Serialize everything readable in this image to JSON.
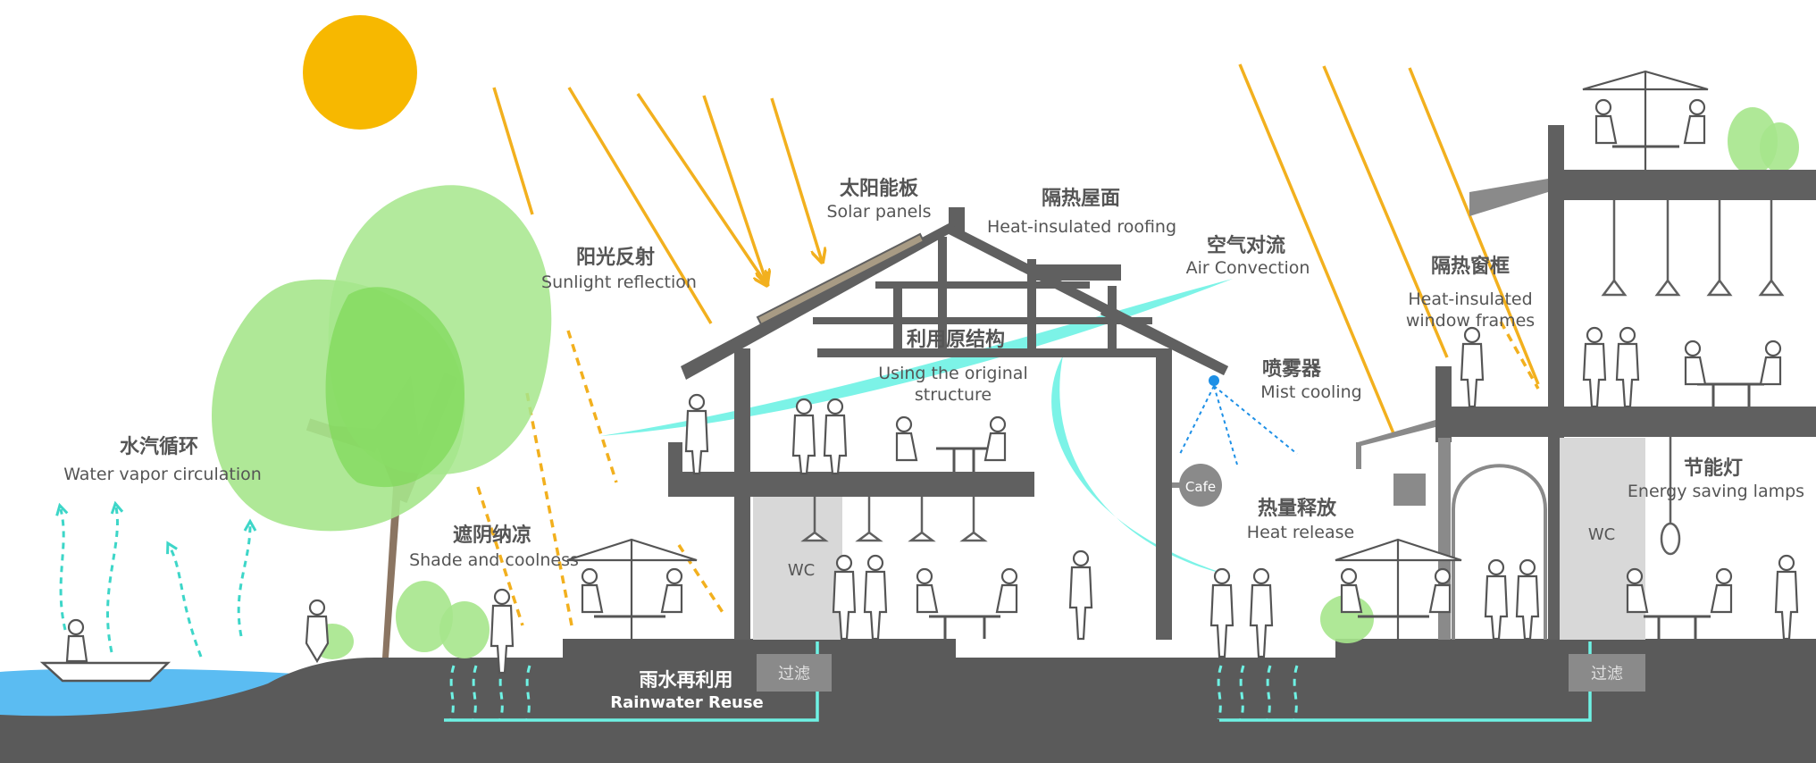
{
  "labels": {
    "water_vapor": {
      "zh": "水汽循环",
      "en": "Water vapor circulation"
    },
    "shade": {
      "zh": "遮阴纳凉",
      "en": "Shade and coolness"
    },
    "sunlight": {
      "zh": "阳光反射",
      "en": "Sunlight reflection"
    },
    "solar": {
      "zh": "太阳能板",
      "en": "Solar panels"
    },
    "roofing": {
      "zh": "隔热屋面",
      "en": "Heat-insulated roofing"
    },
    "structure": {
      "zh": "利用原结构",
      "en1": "Using the original",
      "en2": "structure"
    },
    "convection": {
      "zh": "空气对流",
      "en": "Air Convection"
    },
    "mist": {
      "zh": "喷雾器",
      "en": "Mist cooling"
    },
    "heat_release": {
      "zh": "热量释放",
      "en": "Heat release"
    },
    "window": {
      "zh": "隔热窗框",
      "en1": "Heat-insulated",
      "en2": "window frames"
    },
    "lamps": {
      "zh": "节能灯",
      "en": "Energy saving lamps"
    },
    "rainwater": {
      "zh": "雨水再利用",
      "en": "Rainwater Reuse"
    },
    "filter_left": "过滤",
    "filter_right": "过滤",
    "wc_left": "WC",
    "wc_right": "WC",
    "cafe": "Cafe"
  },
  "colors": {
    "sun": "#f7b800",
    "ray": "#f2b01e",
    "tree_light": "#a6e68c",
    "tree_mid": "#7ed957",
    "trunk": "#8b7562",
    "water": "#5bbcf2",
    "ground": "#5a5a5a",
    "structure": "#606060",
    "air": "#6ef2e4",
    "vapor": "#3dd6c8",
    "mist": "#1e90e6"
  }
}
